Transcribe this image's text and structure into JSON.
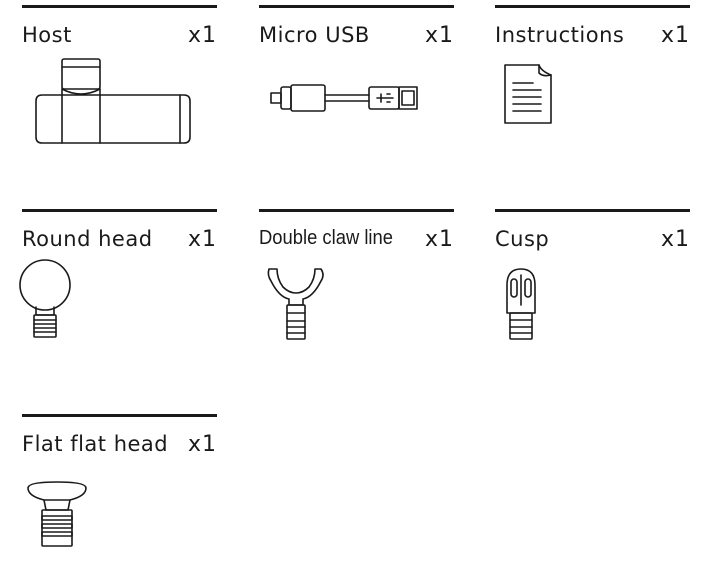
{
  "items": [
    {
      "name": "Host",
      "qty": "x1",
      "icon": "massage-gun-host-icon"
    },
    {
      "name": "Micro USB",
      "qty": "x1",
      "icon": "micro-usb-cable-icon"
    },
    {
      "name": "Instructions",
      "qty": "x1",
      "icon": "instructions-document-icon"
    },
    {
      "name": "Round head",
      "qty": "x1",
      "icon": "round-head-attachment-icon"
    },
    {
      "name": "Double claw line",
      "qty": "x1",
      "icon": "double-claw-attachment-icon"
    },
    {
      "name": "Cusp",
      "qty": "x1",
      "icon": "cusp-attachment-icon"
    },
    {
      "name": "Flat flat head",
      "qty": "x1",
      "icon": "flat-head-attachment-icon"
    }
  ]
}
